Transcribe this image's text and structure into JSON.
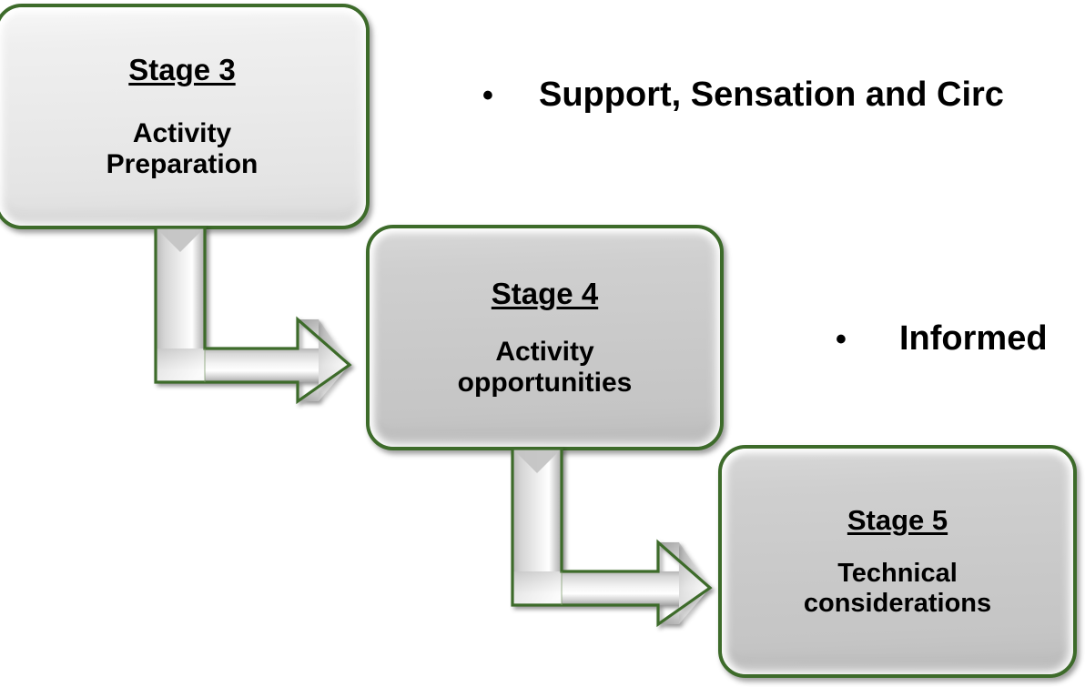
{
  "diagram": {
    "title": "Activity planning stages flow",
    "accent_border_color": "#3d6b2a",
    "text_color": "#000000",
    "background_color": "#ffffff"
  },
  "stages": [
    {
      "id": "stage-3",
      "title": "Stage 3",
      "body": "Activity\nPreparation",
      "fill_color": "#ececec"
    },
    {
      "id": "stage-4",
      "title": "Stage 4",
      "body": "Activity\nopportunities",
      "fill_color": "#c9c9c9"
    },
    {
      "id": "stage-5",
      "title": "Stage 5",
      "body": "Technical\nconsiderations",
      "fill_color": "#c9c9c9"
    }
  ],
  "connectors": [
    {
      "id": "arrow-3-4",
      "from": "Stage 3",
      "to": "Stage 4",
      "shape": "elbow-down-right-arrow"
    },
    {
      "id": "arrow-4-5",
      "from": "Stage 4",
      "to": "Stage 5",
      "shape": "elbow-down-right-arrow"
    }
  ],
  "bullets": [
    {
      "marker": "•",
      "text": "Support, Sensation and Circ"
    },
    {
      "marker": "•",
      "text": "Informed"
    }
  ]
}
